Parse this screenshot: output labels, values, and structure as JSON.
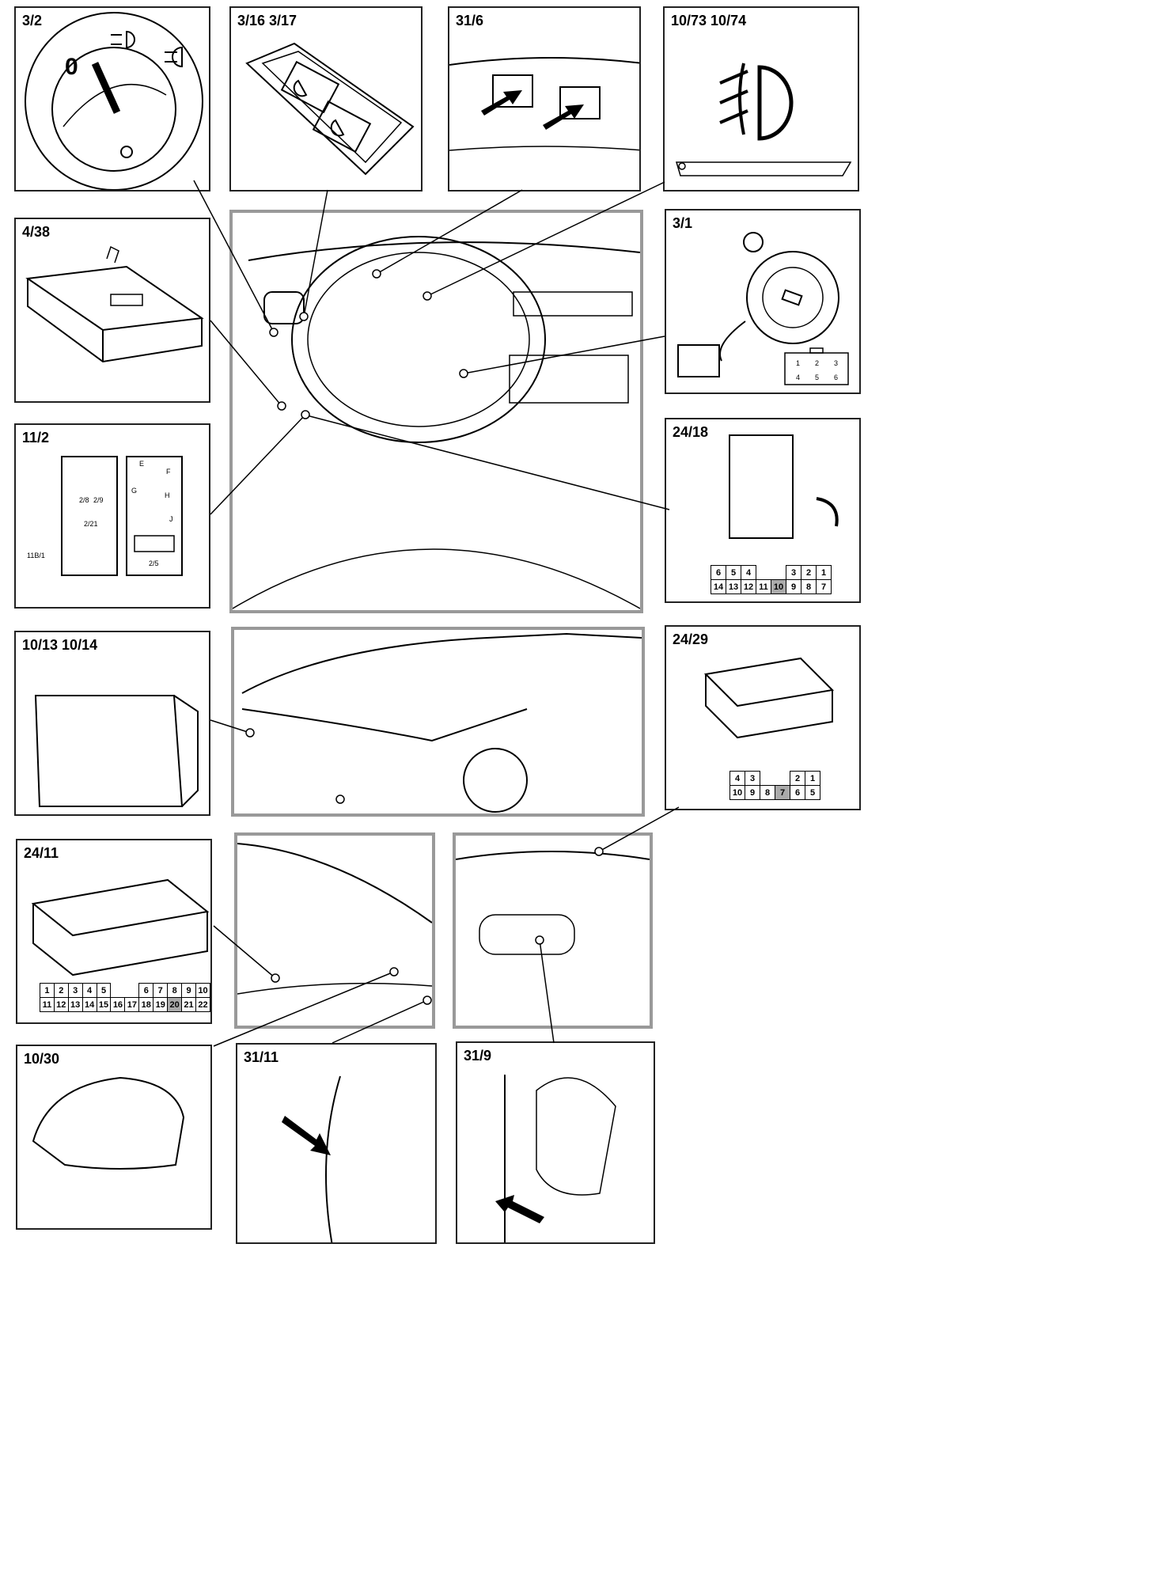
{
  "panels": {
    "p3_2": {
      "label": "3/2",
      "knob_zero": "0"
    },
    "p3_16": {
      "label": "3/16 3/17"
    },
    "p31_6": {
      "label": "31/6"
    },
    "p10_73": {
      "label": "10/73 10/74"
    },
    "p4_38": {
      "label": "4/38"
    },
    "p3_1": {
      "label": "3/1",
      "pins": [
        "1",
        "2",
        "3",
        "4",
        "5",
        "6"
      ]
    },
    "p11_2": {
      "label": "11/2",
      "cells": {
        "a": "2/8",
        "b": "2/9",
        "c": "2/21",
        "e": "E",
        "f": "F",
        "g": "G",
        "h": "H",
        "j": "J",
        "k": "2/5"
      },
      "side": "11B/1"
    },
    "p24_18": {
      "label": "24/18",
      "pins_top": [
        "6",
        "5",
        "4",
        "",
        "3",
        "2",
        "1"
      ],
      "pins_bottom": [
        "14",
        "13",
        "12",
        "11",
        "10",
        "9",
        "8",
        "7"
      ]
    },
    "p10_13": {
      "label": "10/13 10/14"
    },
    "p24_29": {
      "label": "24/29",
      "pins_top": [
        "4",
        "3",
        "",
        "2",
        "1"
      ],
      "pins_bottom": [
        "10",
        "9",
        "8",
        "7",
        "6",
        "5"
      ]
    },
    "p24_11": {
      "label": "24/11",
      "pins_top": [
        "1",
        "2",
        "3",
        "4",
        "5",
        "",
        "6",
        "7",
        "8",
        "9",
        "10"
      ],
      "pins_bottom": [
        "11",
        "12",
        "13",
        "14",
        "15",
        "16",
        "17",
        "18",
        "19",
        "20",
        "21",
        "22"
      ]
    },
    "p10_30": {
      "label": "10/30"
    },
    "p31_11": {
      "label": "31/11"
    },
    "p31_9": {
      "label": "31/9"
    }
  },
  "colors": {
    "line": "#000000",
    "frame_grey": "#999999",
    "shade": "#aaaaaa"
  }
}
